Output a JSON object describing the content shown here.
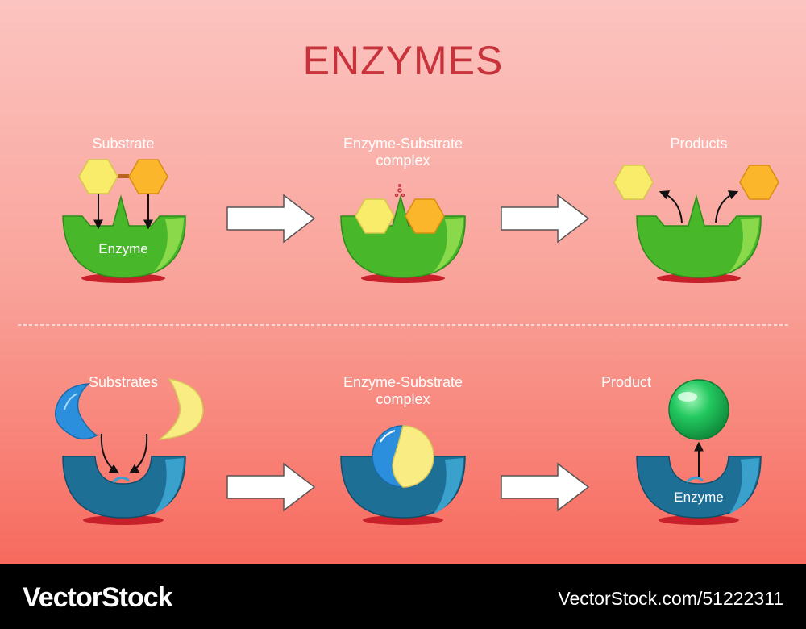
{
  "title": "ENZYMES",
  "top_row": {
    "substrate_label": "Substrate",
    "complex_label_line1": "Enzyme-Substrate",
    "complex_label_line2": "complex",
    "products_label": "Products",
    "enzyme_label": "Enzyme"
  },
  "bottom_row": {
    "substrates_label": "Substrates",
    "complex_label_line1": "Enzyme-Substrate",
    "complex_label_line2": "complex",
    "product_label": "Product",
    "enzyme_label": "Enzyme"
  },
  "footer": {
    "brand": "VectorStock",
    "reference": "VectorStock.com/51222311"
  },
  "colors": {
    "title": "#c8323a",
    "green_enzyme": "#48b82a",
    "blue_enzyme": "#1e6f95",
    "hexagon_yellow": "#f8ec6a",
    "hexagon_orange": "#fbb62c",
    "drop_blue": "#2b8fde",
    "crescent_yellow": "#f8ec82",
    "product_sphere": "#23c860",
    "footer_bg": "#000000"
  }
}
